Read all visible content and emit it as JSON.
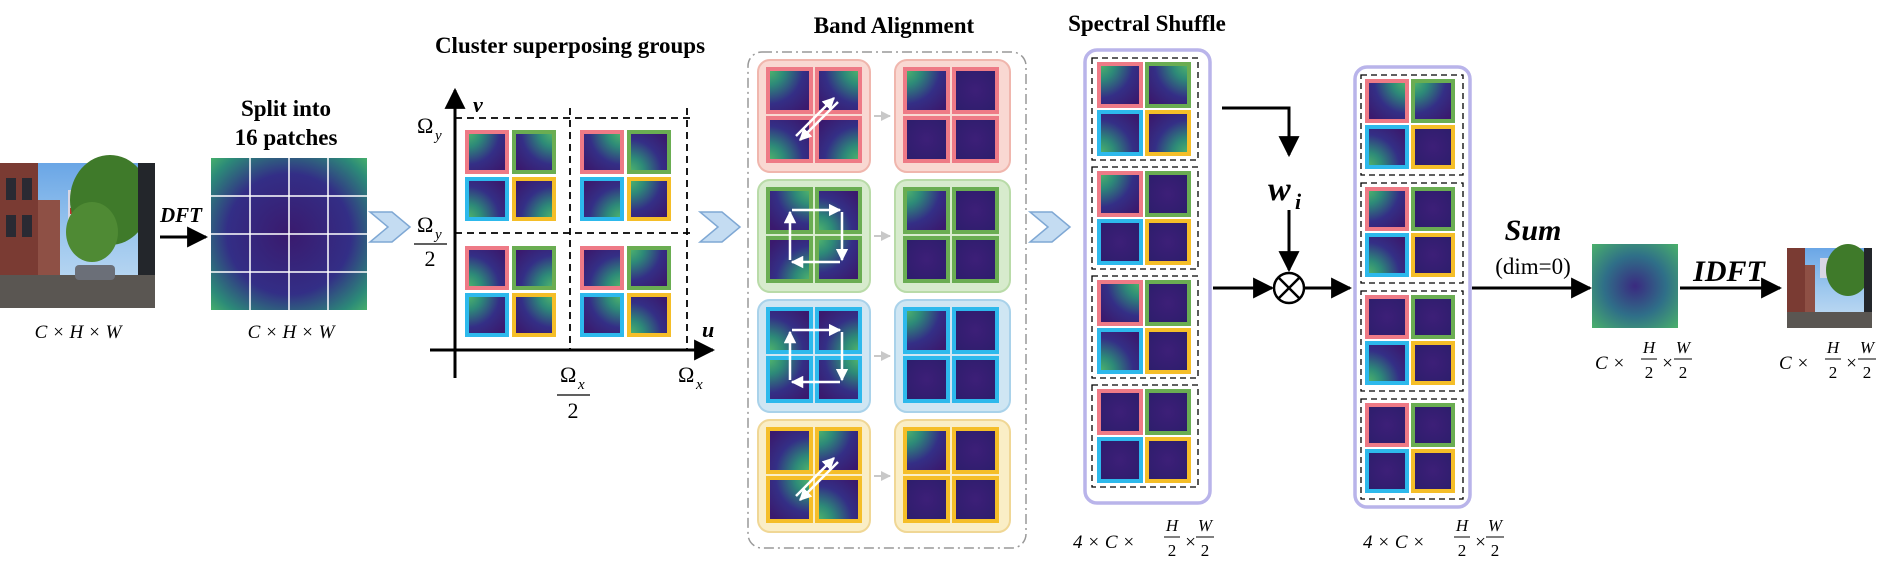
{
  "colors": {
    "red": "#ee7a86",
    "green": "#6aad52",
    "blue": "#2db9ec",
    "yellow": "#f5be28",
    "shuffle_frame": "#b9b4ea",
    "chevron": "#9cc3e8",
    "spectrum_dark": "#3b1f7a",
    "spectrum_green": "#3f9e6a"
  },
  "input": {
    "dim": "C × H × W"
  },
  "dft": {
    "label": "DFT"
  },
  "split": {
    "title_1": "Split into",
    "title_2": "16 patches",
    "dim": "C × H × W"
  },
  "cluster": {
    "title": "Cluster superposing groups",
    "axis_v": "v",
    "axis_u": "u",
    "omega_y": "Ω",
    "omega_y_sub": "y",
    "omega_x": "Ω",
    "omega_x_sub": "x",
    "half": "2"
  },
  "band": {
    "title": "Band Alignment"
  },
  "shuffle": {
    "title": "Spectral Shuffle",
    "dim_prefix": "4 × C ×",
    "h": "H",
    "w": "W",
    "two": "2"
  },
  "weights": {
    "w": "w",
    "sub": "i"
  },
  "output_stack": {
    "dim_prefix": "4 × C ×",
    "h": "H",
    "w": "W",
    "two": "2"
  },
  "sum": {
    "label": "Sum",
    "dim": "(dim=0)"
  },
  "spectrum_out": {
    "dim_prefix": "C ×",
    "h": "H",
    "w": "W",
    "two": "2"
  },
  "idft": {
    "label": "IDFT"
  },
  "output": {
    "dim_prefix": "C ×",
    "h": "H",
    "w": "W",
    "two": "2"
  }
}
